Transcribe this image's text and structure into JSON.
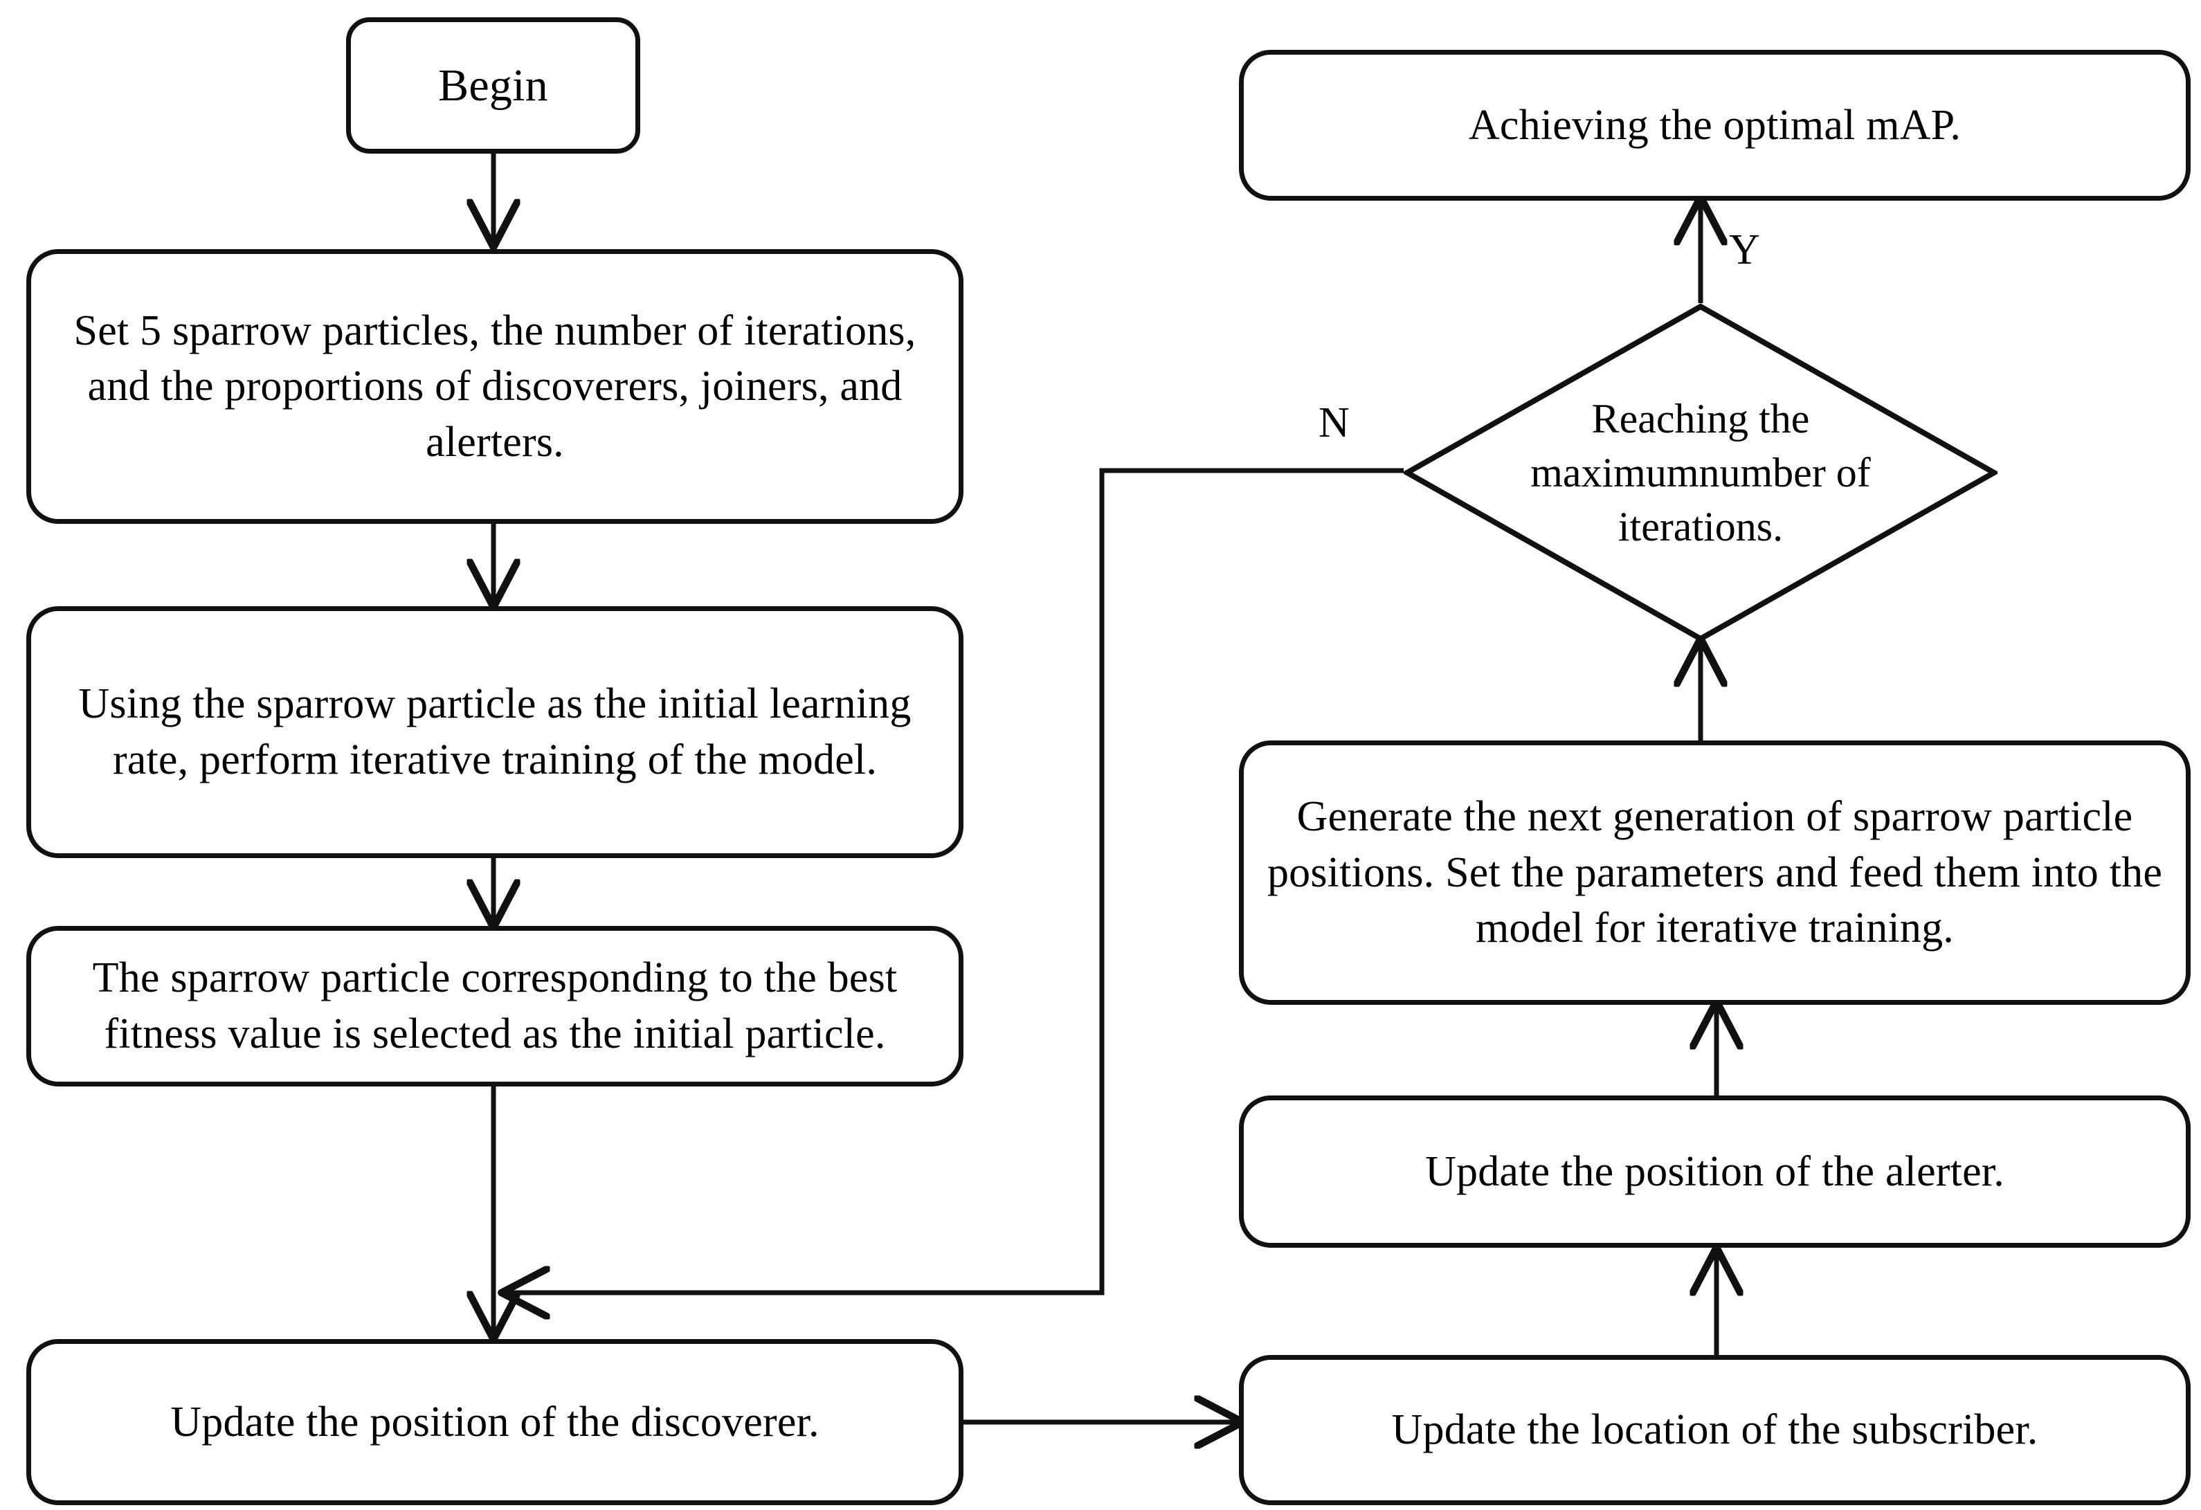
{
  "diagram": {
    "type": "flowchart",
    "title_text": "",
    "colors": {
      "stroke": "#111111",
      "fill": "#ffffff",
      "text": "#000000"
    },
    "nodes": [
      {
        "id": "begin",
        "shape": "rounded-rect",
        "label": "Begin"
      },
      {
        "id": "set-params",
        "shape": "rounded-rect",
        "label": "Set 5 sparrow particles, the number of iterations, and the proportions of discoverers, joiners, and alerters."
      },
      {
        "id": "initial-lr",
        "shape": "rounded-rect",
        "label": "Using the sparrow particle as the initial learning rate, perform iterative training of the model."
      },
      {
        "id": "best-fitness",
        "shape": "rounded-rect",
        "label": "The sparrow particle corresponding to the best fitness value is selected as the initial particle."
      },
      {
        "id": "update-discoverer",
        "shape": "rounded-rect",
        "label": "Update the position of the discoverer."
      },
      {
        "id": "update-subscriber",
        "shape": "rounded-rect",
        "label": "Update the location of the subscriber."
      },
      {
        "id": "update-alerter",
        "shape": "rounded-rect",
        "label": "Update the position of the alerter."
      },
      {
        "id": "next-generation",
        "shape": "rounded-rect",
        "label": "Generate the next generation of sparrow particle positions. Set the parameters and feed them into the model for iterative training."
      },
      {
        "id": "max-iterations",
        "shape": "diamond",
        "label": "Reaching the maximumnumber of iterations."
      },
      {
        "id": "optimal-map",
        "shape": "rounded-rect",
        "label": "Achieving the optimal mAP."
      }
    ],
    "edges": [
      {
        "from": "begin",
        "to": "set-params",
        "label": ""
      },
      {
        "from": "set-params",
        "to": "initial-lr",
        "label": ""
      },
      {
        "from": "initial-lr",
        "to": "best-fitness",
        "label": ""
      },
      {
        "from": "best-fitness",
        "to": "update-discoverer",
        "label": ""
      },
      {
        "from": "update-discoverer",
        "to": "update-subscriber",
        "label": ""
      },
      {
        "from": "update-subscriber",
        "to": "update-alerter",
        "label": ""
      },
      {
        "from": "update-alerter",
        "to": "next-generation",
        "label": ""
      },
      {
        "from": "next-generation",
        "to": "max-iterations",
        "label": ""
      },
      {
        "from": "max-iterations",
        "to": "optimal-map",
        "label": "Y"
      },
      {
        "from": "max-iterations",
        "to": "update-discoverer",
        "label": "N"
      }
    ],
    "edge_labels": {
      "yes": "Y",
      "no": "N"
    }
  }
}
